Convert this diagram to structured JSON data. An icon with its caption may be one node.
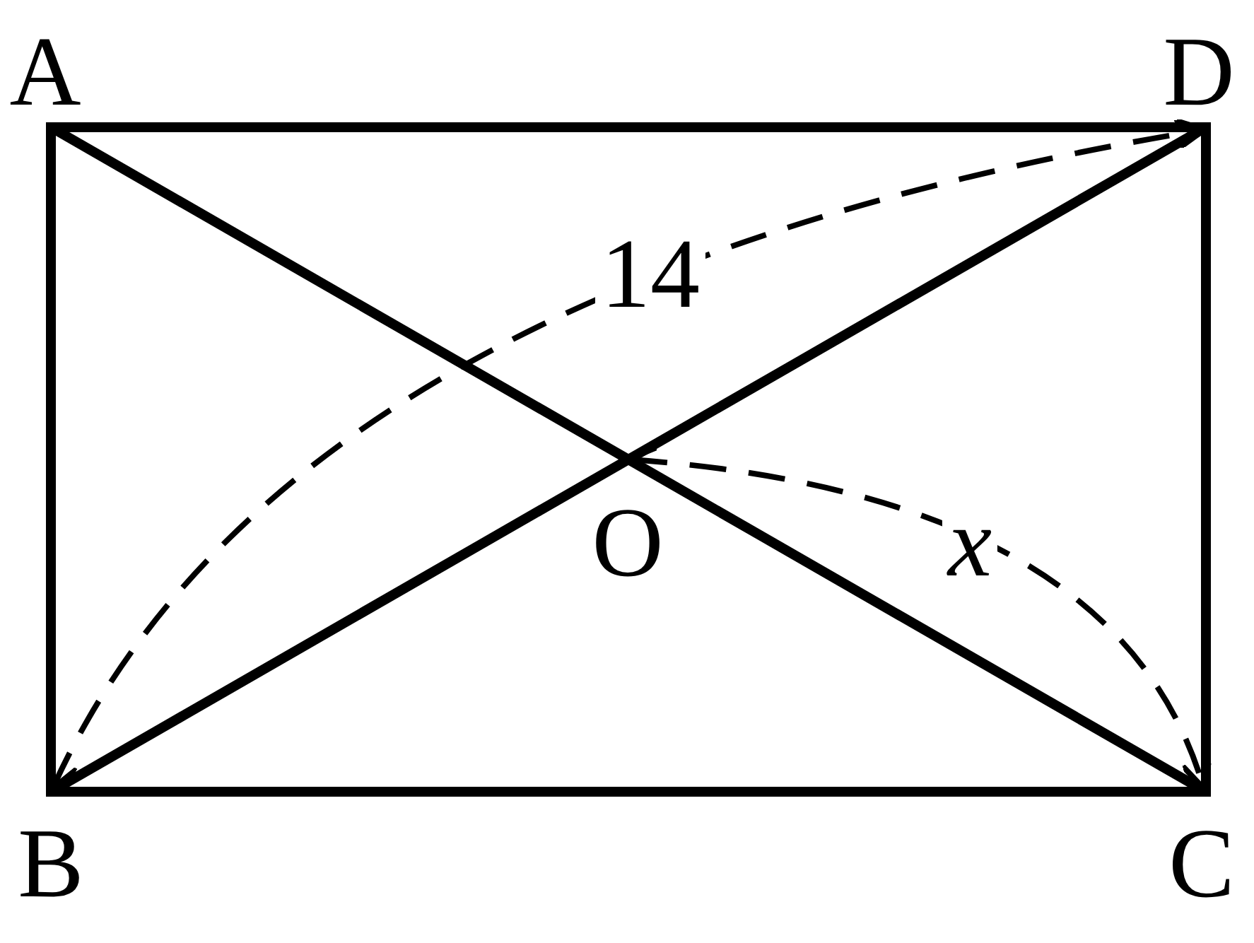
{
  "diagram": {
    "labels": [
      "A",
      "D",
      "14",
      "O",
      "x",
      "B",
      "C"
    ]
  }
}
